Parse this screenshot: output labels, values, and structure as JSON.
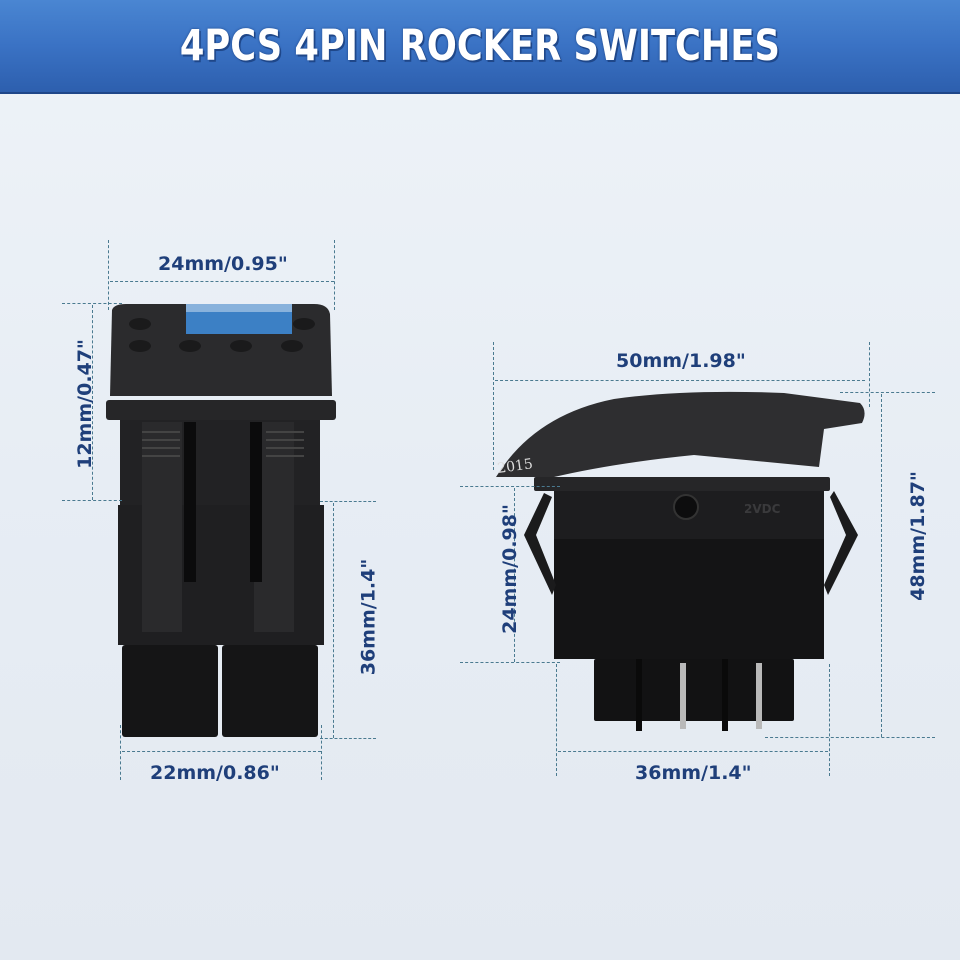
{
  "banner": {
    "title": "4PCS 4PIN ROCKER SWITCHES",
    "bg_color": "#3a72c4",
    "text_color": "#ffffff"
  },
  "front_view": {
    "width_top": "24mm/0.95\"",
    "height_cap": "12mm/0.47\"",
    "height_body": "36mm/1.4\"",
    "width_bottom": "22mm/0.86\"",
    "led_color": "#3f8fe0"
  },
  "side_view": {
    "width_top": "50mm/1.98\"",
    "height_mid": "24mm/0.98\"",
    "height_total": "48mm/1.87\"",
    "width_bottom": "36mm/1.4\"",
    "marking_date": "2015",
    "marking_voltage": "2VDC"
  },
  "colors": {
    "dimension_text": "#1f3f7a",
    "dimension_line": "#4a7a90",
    "switch_body": "#1c1c1e"
  }
}
